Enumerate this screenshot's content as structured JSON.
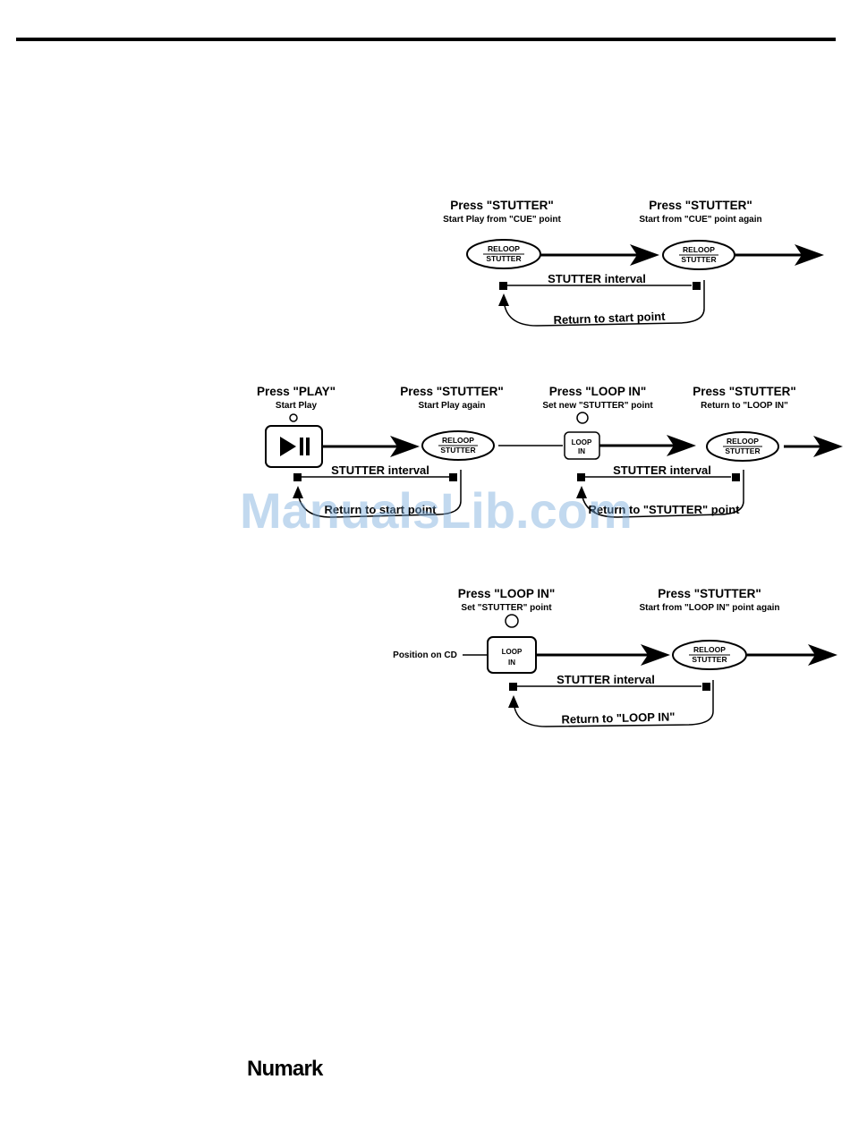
{
  "diagrams": [
    {
      "step1": {
        "title": "Press \"STUTTER\"",
        "subtitle": "Start Play from \"CUE\" point",
        "button": [
          "RELOOP",
          "STUTTER"
        ]
      },
      "step2": {
        "title": "Press \"STUTTER\"",
        "subtitle": "Start from \"CUE\" point again",
        "button": [
          "RELOOP",
          "STUTTER"
        ]
      },
      "interval_label": "STUTTER interval",
      "return_label": "Return to start point"
    },
    {
      "step1": {
        "title": "Press \"PLAY\"",
        "subtitle": "Start Play",
        "button": "play-pause"
      },
      "step2": {
        "title": "Press \"STUTTER\"",
        "subtitle": "Start Play again",
        "button": [
          "RELOOP",
          "STUTTER"
        ]
      },
      "step3": {
        "title": "Press \"LOOP IN\"",
        "subtitle": "Set new \"STUTTER\" point",
        "button": [
          "LOOP",
          "IN"
        ]
      },
      "step4": {
        "title": "Press \"STUTTER\"",
        "subtitle": "Return to \"LOOP IN\"",
        "button": [
          "RELOOP",
          "STUTTER"
        ]
      },
      "interval_label_a": "STUTTER interval",
      "return_label_a": "Return to start point",
      "interval_label_b": "STUTTER interval",
      "return_label_b": "Return to \"STUTTER\" point"
    },
    {
      "position_label": "Position on CD",
      "step1": {
        "title": "Press \"LOOP IN\"",
        "subtitle": "Set \"STUTTER\" point",
        "button": [
          "LOOP",
          "IN"
        ]
      },
      "step2": {
        "title": "Press \"STUTTER\"",
        "subtitle": "Start from \"LOOP IN\" point again",
        "button": [
          "RELOOP",
          "STUTTER"
        ]
      },
      "interval_label": "STUTTER interval",
      "return_label": "Return to \"LOOP IN\""
    }
  ],
  "footer": {
    "brand": "Numark"
  },
  "watermark": "ManualsLib.com",
  "colors": {
    "ink": "#000000",
    "watermark": "#78aadc"
  }
}
